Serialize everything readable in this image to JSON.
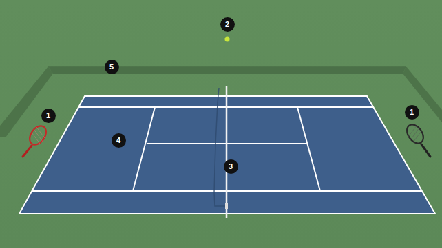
{
  "diagram": {
    "labels": [
      "2",
      "5",
      "1",
      "1",
      "4",
      "3"
    ]
  }
}
